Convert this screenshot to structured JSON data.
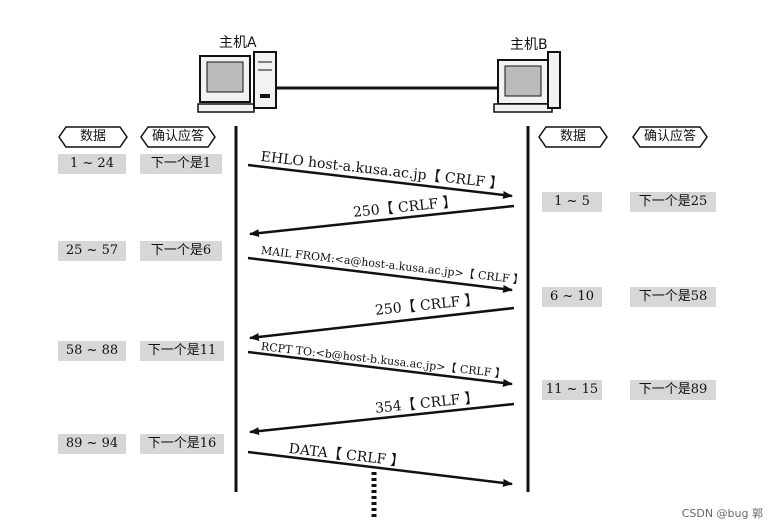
{
  "hosts": {
    "a": "主机A",
    "b": "主机B"
  },
  "headers": {
    "data": "数据",
    "ack": "确认应答"
  },
  "left_rows": [
    {
      "data": "1 ~ 24",
      "ack": "下一个是1"
    },
    {
      "data": "25 ~ 57",
      "ack": "下一个是6"
    },
    {
      "data": "58 ~ 88",
      "ack": "下一个是11"
    },
    {
      "data": "89 ~ 94",
      "ack": "下一个是16"
    }
  ],
  "right_rows": [
    {
      "data": "1 ~ 5",
      "ack": "下一个是25"
    },
    {
      "data": "6 ~ 10",
      "ack": "下一个是58"
    },
    {
      "data": "11 ~ 15",
      "ack": "下一个是89"
    }
  ],
  "messages": [
    {
      "text": "EHLO host-a.kusa.ac.jp【 CRLF 】",
      "dir": "a-to-b"
    },
    {
      "text": "250【 CRLF 】",
      "dir": "b-to-a"
    },
    {
      "text": "MAIL FROM:<a@host-a.kusa.ac.jp>【 CRLF 】",
      "dir": "a-to-b"
    },
    {
      "text": "250【 CRLF 】",
      "dir": "b-to-a"
    },
    {
      "text": "RCPT TO:<b@host-b.kusa.ac.jp>【 CRLF 】",
      "dir": "a-to-b"
    },
    {
      "text": "354【 CRLF 】",
      "dir": "b-to-a"
    },
    {
      "text": "DATA【 CRLF 】",
      "dir": "a-to-b"
    }
  ],
  "watermark": "CSDN @bug 郭"
}
